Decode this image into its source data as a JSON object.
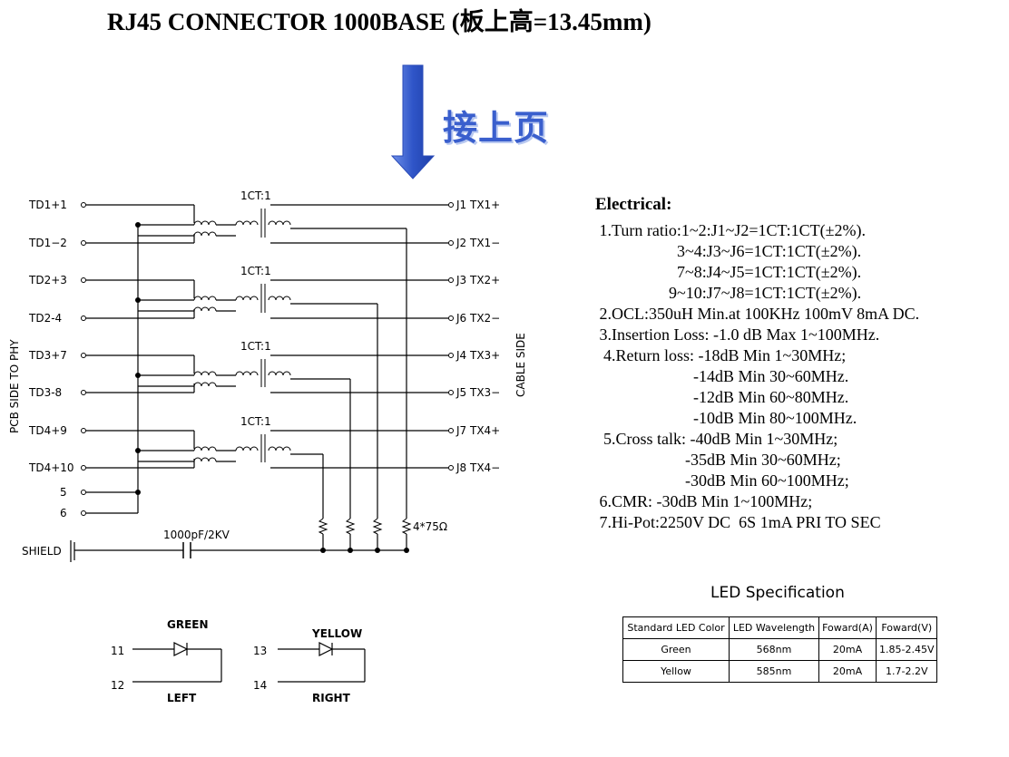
{
  "title": "RJ45 CONNECTOR  1000BASE (板上高=13.45mm)",
  "continued": "接上页",
  "schematic": {
    "left_side_label": "PCB SIDE TO PHY",
    "right_side_label": "CABLE SIDE",
    "transformer_labels": [
      "1CT:1",
      "1CT:1",
      "1CT:1",
      "1CT:1"
    ],
    "left_pins": [
      "TD1+1",
      "TD1−2",
      "TD2+3",
      "TD2-4",
      "TD3+7",
      "TD3-8",
      "TD4+9",
      "TD4+10",
      "5",
      "6"
    ],
    "right_pins": [
      "J1  TX1+",
      "J2  TX1−",
      "J3  TX2+",
      "J6  TX2−",
      "J4  TX3+",
      "J5  TX3−",
      "J7  TX4+",
      "J8  TX4−"
    ],
    "shield_label": "SHIELD",
    "capacitor_label": "1000pF/2KV",
    "resistor_label": "4*75Ω"
  },
  "leds": {
    "green": {
      "color_label": "GREEN",
      "pin_a": "11",
      "pin_b": "12",
      "position": "LEFT"
    },
    "yellow": {
      "color_label": "YELLOW",
      "pin_a": "13",
      "pin_b": "14",
      "position": "RIGHT"
    }
  },
  "electrical": {
    "heading": "Electrical:",
    "lines": [
      " 1.Turn ratio:1~2:J1~J2=1CT:1CT(±2%).",
      "                    3~4:J3~J6=1CT:1CT(±2%).",
      "                    7~8:J4~J5=1CT:1CT(±2%).",
      "                  9~10:J7~J8=1CT:1CT(±2%).",
      " 2.OCL:350uH Min.at 100KHz 100mV 8mA DC.",
      " 3.Insertion Loss: -1.0 dB Max 1~100MHz.",
      "  4.Return loss: -18dB Min 1~30MHz;",
      "                        -14dB Min 30~60MHz.",
      "                        -12dB Min 60~80MHz.",
      "                        -10dB Min 80~100MHz.",
      "  5.Cross talk: -40dB Min 1~30MHz;",
      "                      -35dB Min 30~60MHz;",
      "                      -30dB Min 60~100MHz;",
      " 6.CMR: -30dB Min 1~100MHz;",
      " 7.Hi-Pot:2250V DC  6S 1mA PRI TO SEC"
    ]
  },
  "led_spec": {
    "title": "LED Specification",
    "headers": [
      "Standard LED Color",
      "LED Wavelength",
      "Foward(A)",
      "Foward(V)"
    ],
    "rows": [
      [
        "Green",
        "568nm",
        "20mA",
        "1.85-2.45V"
      ],
      [
        "Yellow",
        "585nm",
        "20mA",
        "1.7-2.2V"
      ]
    ]
  },
  "colors": {
    "arrow": "#3a5fcd",
    "arrow_highlight": "#b8c8f0",
    "ink": "#000000"
  }
}
